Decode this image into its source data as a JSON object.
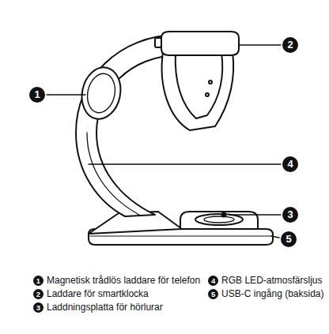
{
  "diagram": {
    "labels": [
      "2",
      "1",
      "4",
      "3",
      "5",
      "1",
      "Magnetisk trådlös laddare för telefon",
      "4",
      "RGB LED-atmosfärsljus",
      "2",
      "Laddare för smartklocka",
      "5",
      "USB-C ingång (baksida)",
      "3",
      "Laddningsplatta för hörlurar"
    ]
  }
}
